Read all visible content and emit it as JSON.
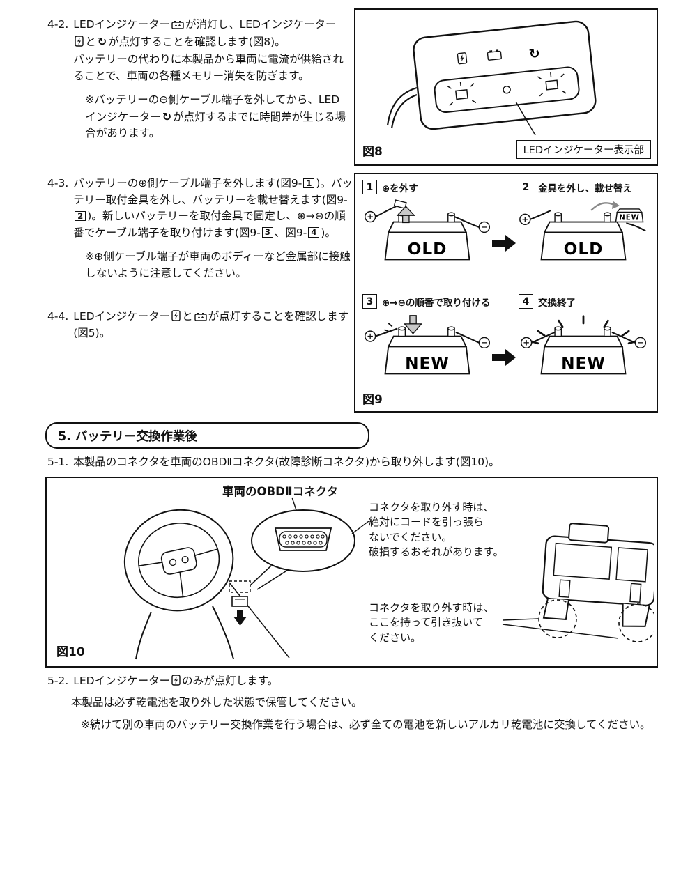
{
  "meta": {
    "bg": "#ffffff",
    "ink": "#111111"
  },
  "icons": {
    "circulation": "↻"
  },
  "s42": {
    "num": "4-2.",
    "t1": "LEDインジケーター",
    "t2": "が消灯し、LEDインジケーター",
    "t3": "と",
    "t4": "が点灯することを確認します(図8)。",
    "t5": "バッテリーの代わりに本製品から車両に電流が供給されることで、車両の各種メモリー消失を防ぎます。",
    "n1": "※バッテリーの⊖側ケーブル端子を外してから、LEDインジケーター",
    "n2": "が点灯するまでに時間差が生じる場合があります。"
  },
  "fig8": {
    "caption": "図8",
    "panel_label": "LEDインジケーター表示部"
  },
  "s43": {
    "num": "4-3.",
    "t1": "バッテリーの⊕側ケーブル端子を外します(図9-",
    "b1": "1",
    "t2": ")。バッテリー取付金具を外し、バッテリーを載せ替えます(図9-",
    "b2": "2",
    "t3": ")。新しいバッテリーを取付金具で固定し、⊕→⊖の順番でケーブル端子を取り付けます(図9-",
    "b3": "3",
    "t4": "、図9-",
    "b4": "4",
    "t5": ")。",
    "n1": "※⊕側ケーブル端子が車両のボディーなど金属部に接触しないように注意してください。"
  },
  "s44": {
    "num": "4-4.",
    "t1": "LEDインジケーター",
    "t2": "と",
    "t3": "が点灯することを確認します(図5)。"
  },
  "fig9": {
    "caption": "図9",
    "steps": [
      {
        "num": "1",
        "label": "⊕を外す",
        "battery": "OLD"
      },
      {
        "num": "2",
        "label": "金具を外し、載せ替え",
        "battery": "OLD",
        "small": "NEW"
      },
      {
        "num": "3",
        "label": "⊕→⊖の順番で取り付ける",
        "battery": "NEW"
      },
      {
        "num": "4",
        "label": "交換終了",
        "battery": "NEW"
      }
    ]
  },
  "s5": {
    "header": "5. バッテリー交換作業後"
  },
  "s51": {
    "num": "5-1.",
    "t1": "本製品のコネクタを車両のOBDⅡコネクタ(故障診断コネクタ)から取り外します(図10)。"
  },
  "fig10": {
    "caption": "図10",
    "obd_label": "車両のOBDⅡコネクタ",
    "note1": "コネクタを取り外す時は、\n絶対にコードを引っ張ら\nないでください。\n破損するおそれがあります。",
    "note2": "コネクタを取り外す時は、\nここを持って引き抜いて\nください。"
  },
  "s52": {
    "num": "5-2.",
    "t1": "LEDインジケーター",
    "t2": "のみが点灯します。",
    "t3": "本製品は必ず乾電池を取り外した状態で保管してください。",
    "t4": "※続けて別の車両のバッテリー交換作業を行う場合は、必ず全ての電池を新しいアルカリ乾電池に交換してください。"
  }
}
